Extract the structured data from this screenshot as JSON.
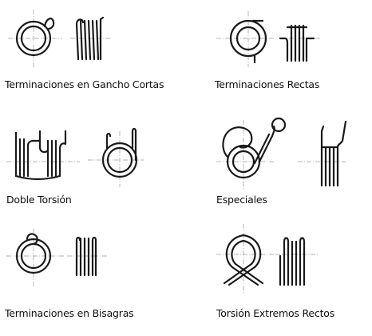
{
  "captions": {
    "short_hook": "Terminaciones en Gancho Cortas",
    "straight": "Terminaciones Rectas",
    "double_torsion": "Doble Torsión",
    "special": "Especiales",
    "hinge": "Terminaciones en Bisagras",
    "straight_ends": "Torsión Extremos Rectos"
  },
  "colors": {
    "ink": "#1a1a1a",
    "axis": "#9a9a9a",
    "background": "#ffffff"
  }
}
